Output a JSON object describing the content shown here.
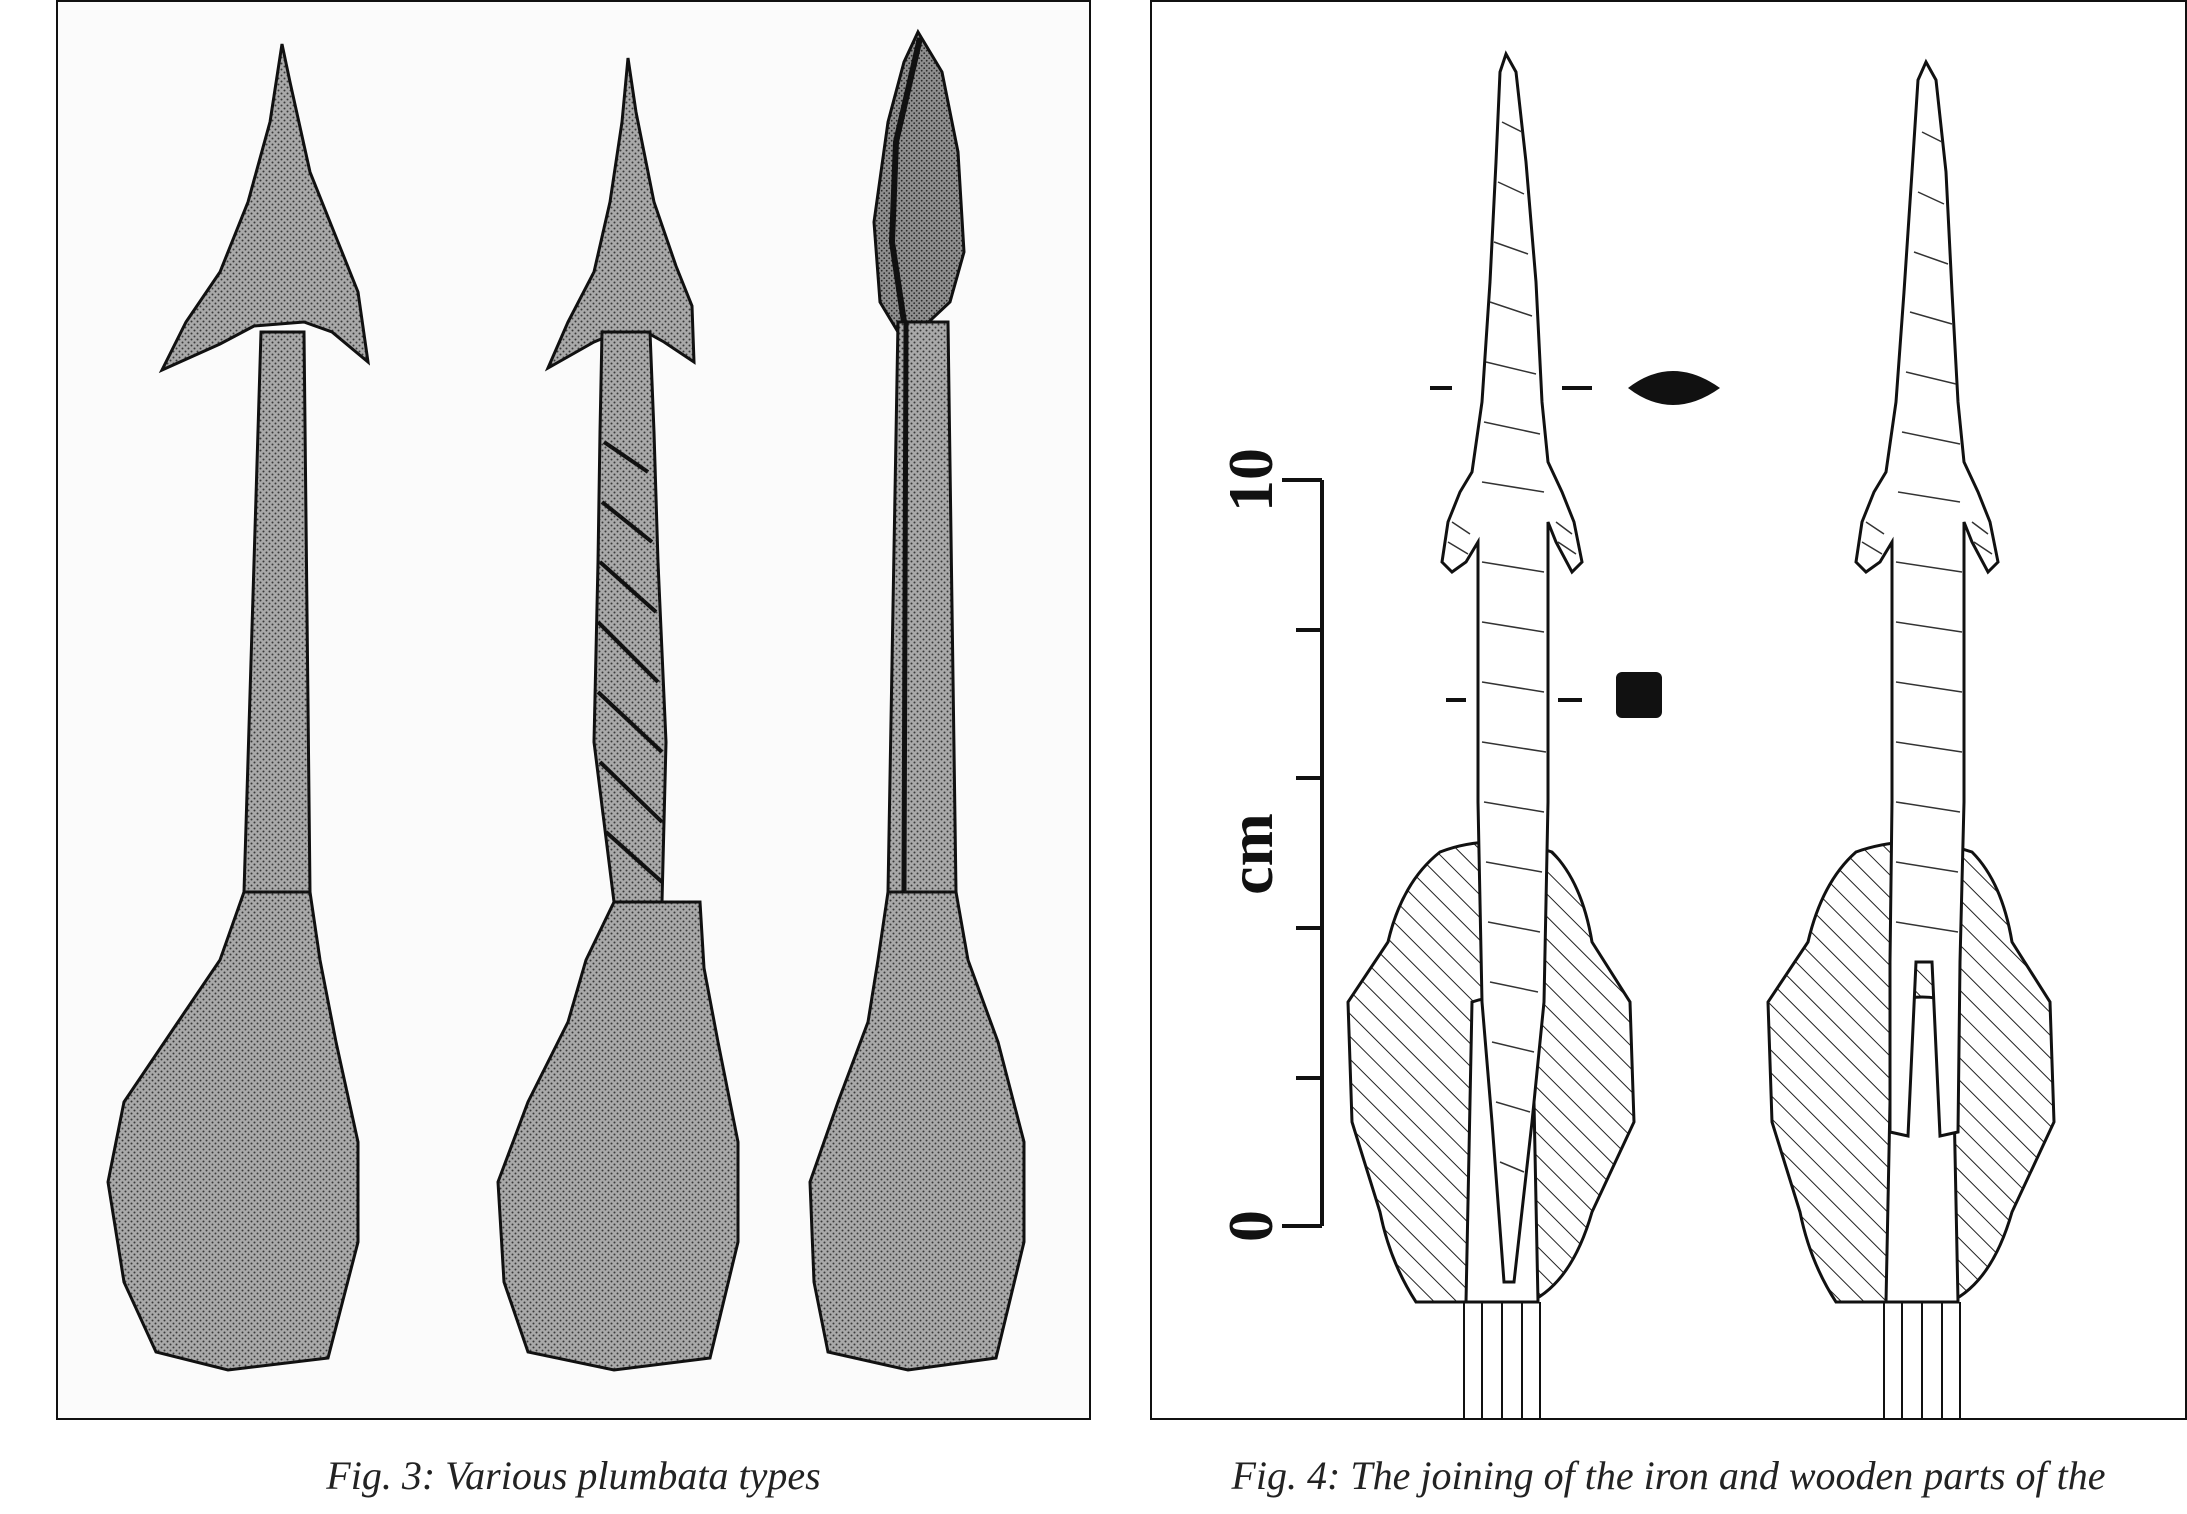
{
  "figure3": {
    "caption": "Fig. 3: Various plumbata types"
  },
  "figure4": {
    "caption": "Fig. 4: The joining of the iron and wooden parts of the",
    "scale": {
      "unit_label": "cm",
      "top_label": "10",
      "bottom_label": "0"
    }
  }
}
